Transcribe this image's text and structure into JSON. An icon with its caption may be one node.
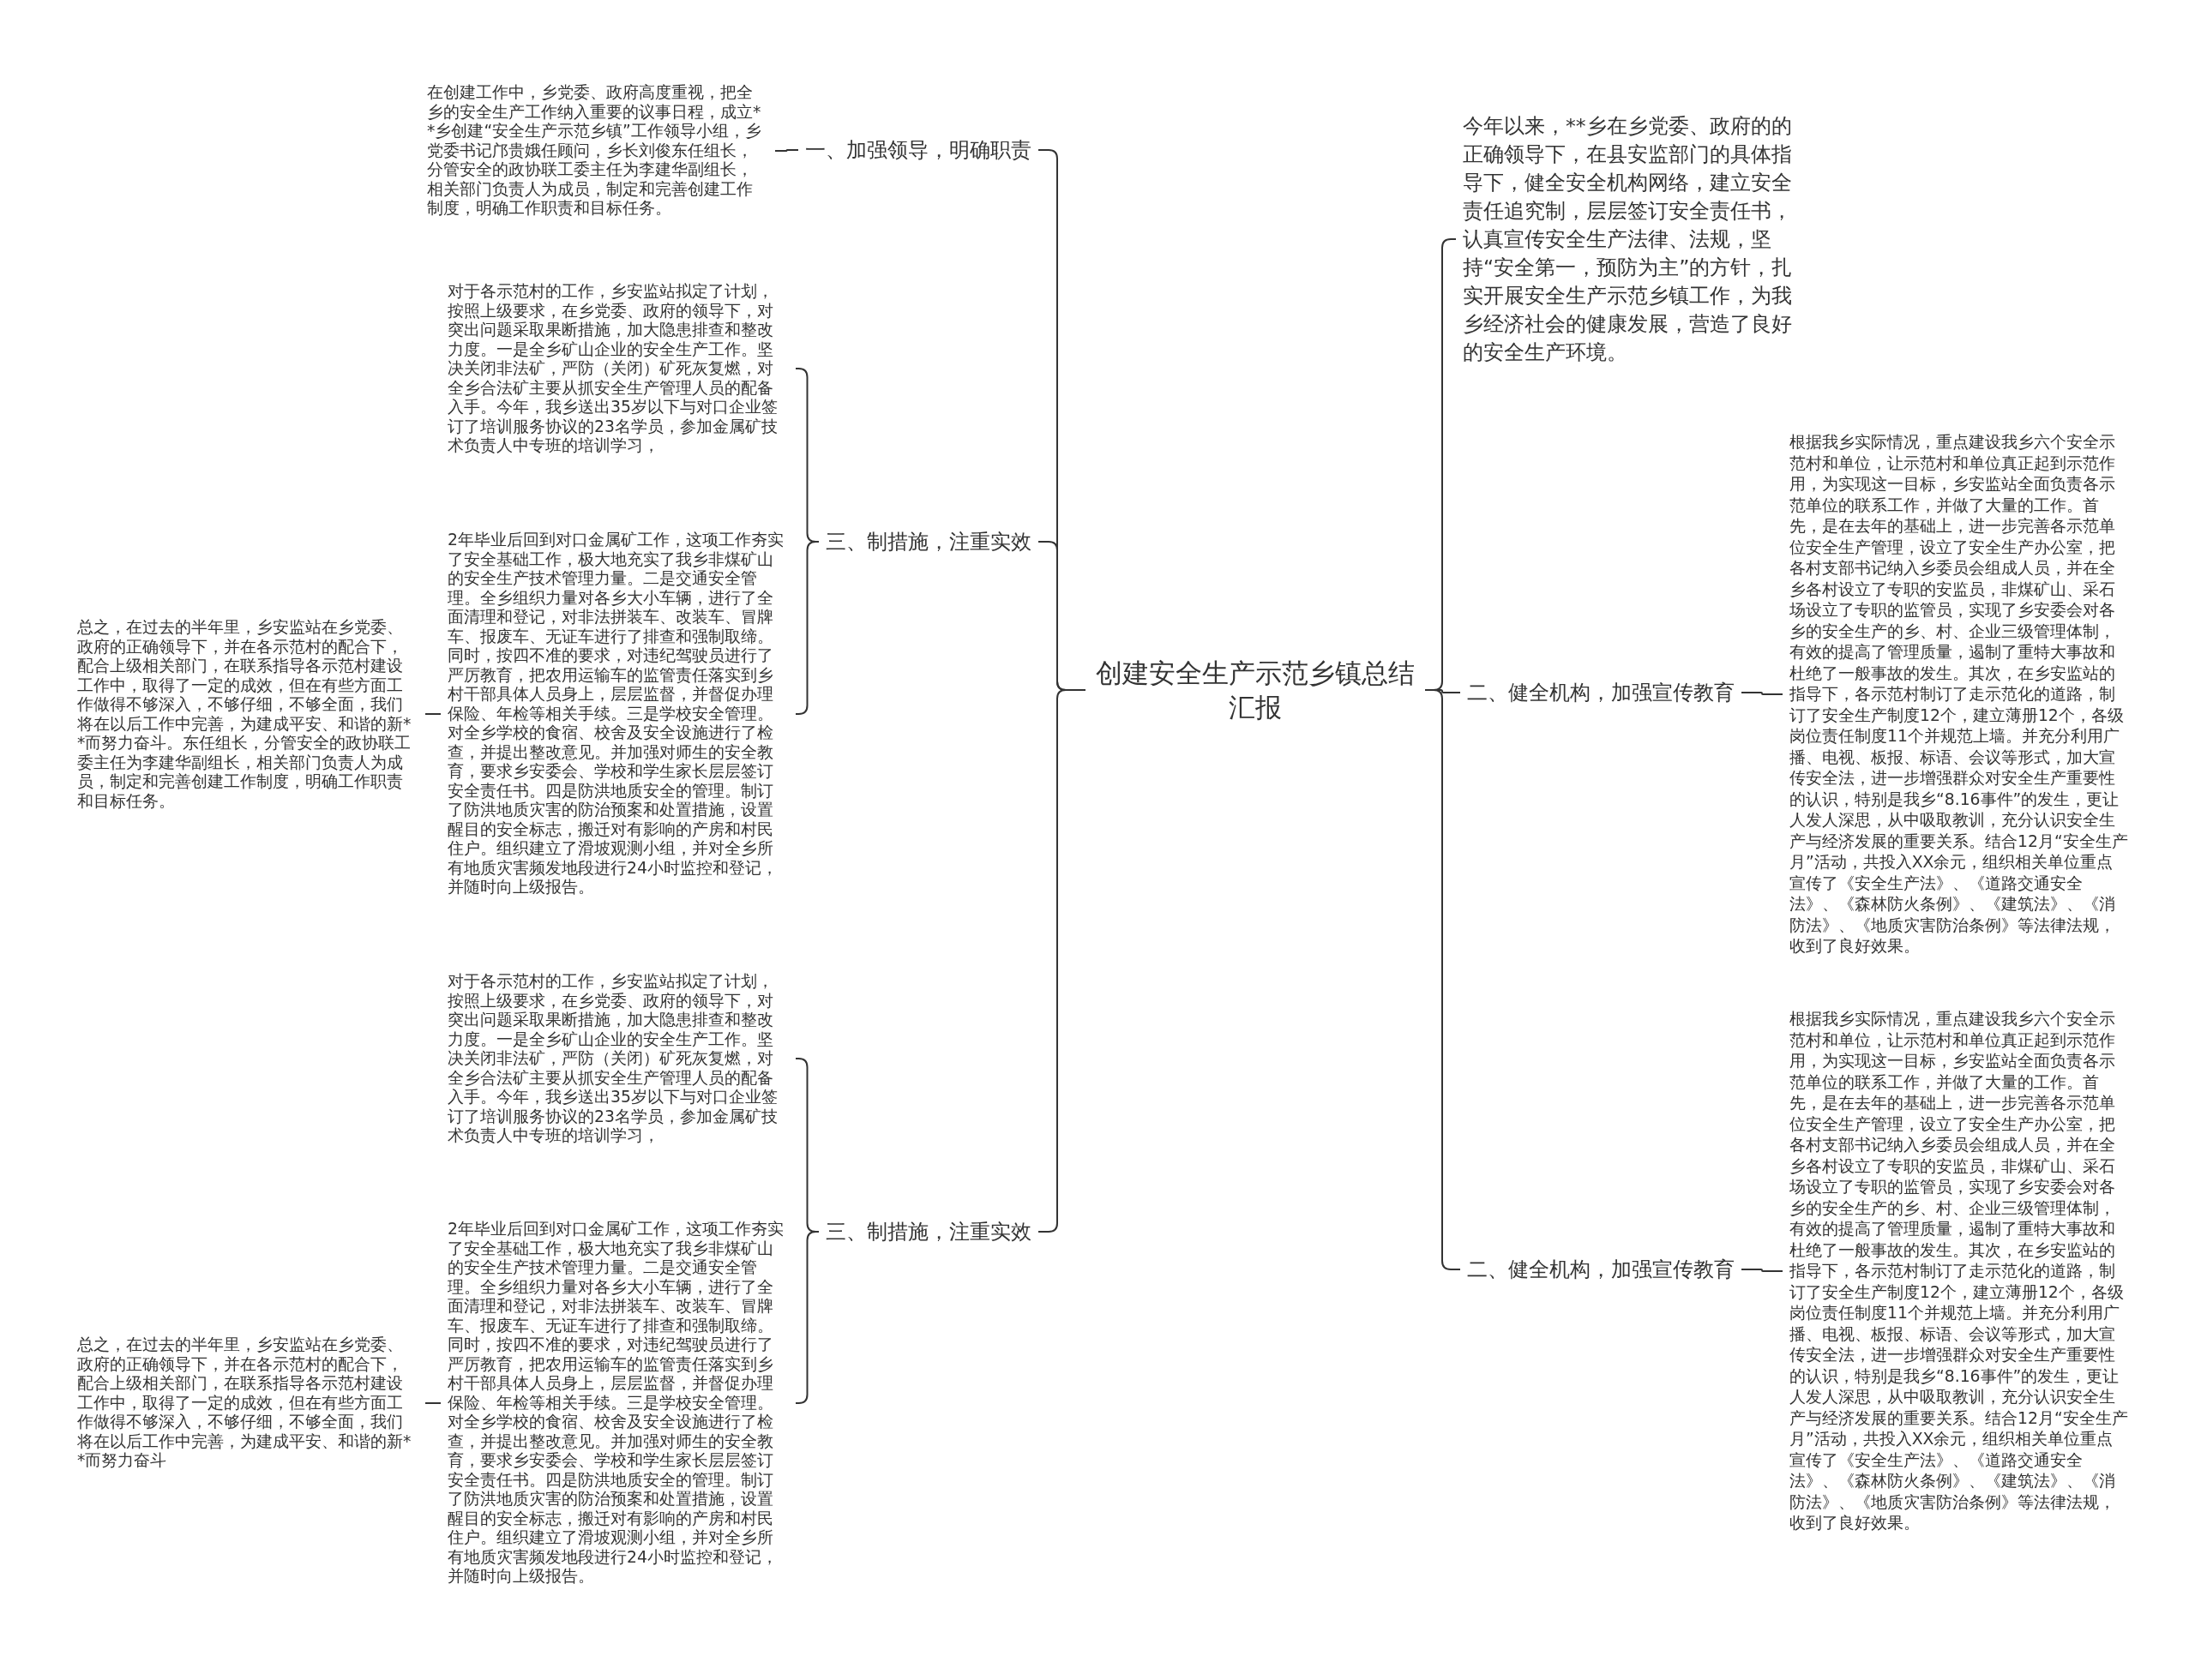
{
  "diagram": {
    "nodes": [
      {
        "text": [
          "创建安全生产示范乡镇总结汇报"
        ]
      },
      {
        "text": [
          "一、加强领导，明确职责"
        ]
      },
      {
        "text": [
          "在创建工作中，乡党委、政府高度重视，把全乡的安全生产工作纳入重要的议事日程，成立**乡创建“安全生产示范乡镇”工作领导小组，乡党委书记邝贵娥任顾问，乡长刘俊东任组长，分管安全的政协联工委主任为李建华副组长，相关部门负责人为成员，制定和完善创建工作制度，明确工作职责和目标任务。"
        ]
      },
      {
        "text": [
          "三、制措施，注重实效"
        ]
      },
      {
        "text": [
          "对于各示范村的工作，乡安监站拟定了计划，按照上级要求，在乡党委、政府的领导下，对突出问题采取果断措施，加大隐患排查和整改力度。一是全乡矿山企业的安全生产工作。坚决关闭非法矿，严防（关闭）矿死灰复燃，对全乡合法矿主要从抓安全生产管理人员的配备入手。今年，我乡送出35岁以下与对口企业签订了培训服务协议的23名学员，参加金属矿技术负责人中专班的培训学习，"
        ]
      },
      {
        "text": [
          "2年毕业后回到对口金属矿工作，这项工作夯实了安全基础工作，极大地充实了我乡非煤矿山的安全生产技术管理力量。二是交通安全管理。全乡组织力量对各乡大小车辆，进行了全面清理和登记，对非法拼装车、改装车、冒牌车、报废车、无证车进行了排查和强制取缔。同时，按四不准的要求，对违纪驾驶员进行了严厉教育，把农用运输车的监管责任落实到乡村干部具体人员身上，层层监督，并督促办理保险、年检等相关手续。三是学校安全管理。对全乡学校的食宿、校舍及安全设施进行了检查，并提出整改意见。并加强对师生的安全教育，要求乡安委会、学校和学生家长层层签订安全责任书。四是防洪地质安全的管理。制订了防洪地质灾害的防治预案和处置措施，设置醒目的安全标志，搬迁对有影响的产房和村民住户。组织建立了滑坡观测小组，并对全乡所有地质灾害频发地段进行24小时监控和登记，并随时向上级报告。"
        ]
      },
      {
        "text": [
          "总之，在过去的半年里，乡安监站在乡党委、政府的正确领导下，并在各示范村的配合下，配合上级相关部门，在联系指导各示范村建设工作中，取得了一定的成效，但在有些方面工作做得不够深入，不够仔细，不够全面，我们将在以后工作中完善，为建成平安、和谐的新**而努力奋斗。东任组长，分管安全的政协联工委主任为李建华副组长，相关部门负责人为成员，制定和完善创建工作制度，明确工作职责和目标任务。"
        ]
      },
      {
        "text": [
          "三、制措施，注重实效"
        ]
      },
      {
        "text": [
          "对于各示范村的工作，乡安监站拟定了计划，按照上级要求，在乡党委、政府的领导下，对突出问题采取果断措施，加大隐患排查和整改力度。一是全乡矿山企业的安全生产工作。坚决关闭非法矿，严防（关闭）矿死灰复燃，对全乡合法矿主要从抓安全生产管理人员的配备入手。今年，我乡送出35岁以下与对口企业签订了培训服务协议的23名学员，参加金属矿技术负责人中专班的培训学习，"
        ]
      },
      {
        "text": [
          "2年毕业后回到对口金属矿工作，这项工作夯实了安全基础工作，极大地充实了我乡非煤矿山的安全生产技术管理力量。二是交通安全管理。全乡组织力量对各乡大小车辆，进行了全面清理和登记，对非法拼装车、改装车、冒牌车、报废车、无证车进行了排查和强制取缔。同时，按四不准的要求，对违纪驾驶员进行了严厉教育，把农用运输车的监管责任落实到乡村干部具体人员身上，层层监督，并督促办理保险、年检等相关手续。三是学校安全管理。对全乡学校的食宿、校舍及安全设施进行了检查，并提出整改意见。并加强对师生的安全教育，要求乡安委会、学校和学生家长层层签订安全责任书。四是防洪地质安全的管理。制订了防洪地质灾害的防治预案和处置措施，设置醒目的安全标志，搬迁对有影响的产房和村民住户。组织建立了滑坡观测小组，并对全乡所有地质灾害频发地段进行24小时监控和登记，并随时向上级报告。"
        ]
      },
      {
        "text": [
          "总之，在过去的半年里，乡安监站在乡党委、政府的正确领导下，并在各示范村的配合下，配合上级相关部门，在联系指导各示范村建设工作中，取得了一定的成效，但在有些方面工作做得不够深入，不够仔细，不够全面，我们将在以后工作中完善，为建成平安、和谐的新**而努力奋斗"
        ]
      },
      {
        "text": [
          "今年以来，**乡在乡党委、政府的的正确领导下，在县安监部门的具体指导下，健全安全机构网络，建立安全责任追究制，层层签订安全责任书，认真宣传安全生产法律、法规，坚持“安全第一，预防为主”的方针，扎实开展安全生产示范乡镇工作，为我乡经济社会的健康发展，营造了良好的安全生产环境。"
        ]
      },
      {
        "text": [
          "二、健全机构，加强宣传教育"
        ]
      },
      {
        "text": [
          "根据我乡实际情况，重点建设我乡六个安全示范村和单位，让示范村和单位真正起到示范作用，为实现这一目标，乡安监站全面负责各示范单位的联系工作，并做了大量的工作。首先，是在去年的基础上，进一步完善各示范单位安全生产管理，设立了安全生产办公室，把各村支部书记纳入乡委员会组成人员，并在全乡各村设立了专职的安监员，非煤矿山、采石场设立了专职的监管员，实现了乡安委会对各乡的安全生产的乡、村、企业三级管理体制，有效的提高了管理质量，遏制了重特大事故和杜绝了一般事故的发生。其次，在乡安监站的指导下，各示范村制订了走示范化的道路，制订了安全生产制度12个，建立薄册12个，各级岗位责任制度11个并规范上墙。并充分利用广播、电视、板报、标语、会议等形式，加大宣传安全法，进一步增强群众对安全生产重要性的认识，特别是我乡“8.16事件”的发生，更让人发人深思，从中吸取教训，充分认识安全生产与经济发展的重要关系。结合12月“安全生产月”活动，共投入XX余元，组织相关单位重点宣传了《安全生产法》、《道路交通安全法》、《森林防火条例》、《建筑法》、《消防法》、《地质灾害防治条例》等法律法规，收到了良好效果。"
        ]
      },
      {
        "text": [
          "二、健全机构，加强宣传教育"
        ]
      },
      {
        "text": [
          "根据我乡实际情况，重点建设我乡六个安全示范村和单位，让示范村和单位真正起到示范作用，为实现这一目标，乡安监站全面负责各示范单位的联系工作，并做了大量的工作。首先，是在去年的基础上，进一步完善各示范单位安全生产管理，设立了安全生产办公室，把各村支部书记纳入乡委员会组成人员，并在全乡各村设立了专职的安监员，非煤矿山、采石场设立了专职的监管员，实现了乡安委会对各乡的安全生产的乡、村、企业三级管理体制，有效的提高了管理质量，遏制了重特大事故和杜绝了一般事故的发生。其次，在乡安监站的指导下，各示范村制订了走示范化的道路，制订了安全生产制度12个，建立薄册12个，各级岗位责任制度11个并规范上墙。并充分利用广播、电视、板报、标语、会议等形式，加大宣传安全法，进一步增强群众对安全生产重要性的认识，特别是我乡“8.16事件”的发生，更让人发人深思，从中吸取教训，充分认识安全生产与经济发展的重要关系。结合12月“安全生产月”活动，共投入XX余元，组织相关单位重点宣传了《安全生产法》、《道路交通安全法》、《森林防火条例》、《建筑法》、《消防法》、《地质灾害防治条例》等法律法规，收到了良好效果。"
        ]
      }
    ],
    "edges": [
      {
        "from": 0,
        "to": 1,
        "arrow": "none"
      },
      {
        "from": 1,
        "to": 2,
        "arrow": "none"
      },
      {
        "from": 0,
        "to": 3,
        "arrow": "none"
      },
      {
        "from": 3,
        "to": 4,
        "arrow": "none"
      },
      {
        "from": 3,
        "to": 5,
        "arrow": "none"
      },
      {
        "from": 5,
        "to": 6,
        "arrow": "none"
      },
      {
        "from": 0,
        "to": 7,
        "arrow": "none"
      },
      {
        "from": 7,
        "to": 8,
        "arrow": "none"
      },
      {
        "from": 7,
        "to": 9,
        "arrow": "none"
      },
      {
        "from": 9,
        "to": 10,
        "arrow": "none"
      },
      {
        "from": 0,
        "to": 11,
        "arrow": "none"
      },
      {
        "from": 0,
        "to": 12,
        "arrow": "none"
      },
      {
        "from": 12,
        "to": 13,
        "arrow": "none"
      },
      {
        "from": 0,
        "to": 14,
        "arrow": "none"
      },
      {
        "from": 14,
        "to": 15,
        "arrow": "none"
      }
    ]
  }
}
